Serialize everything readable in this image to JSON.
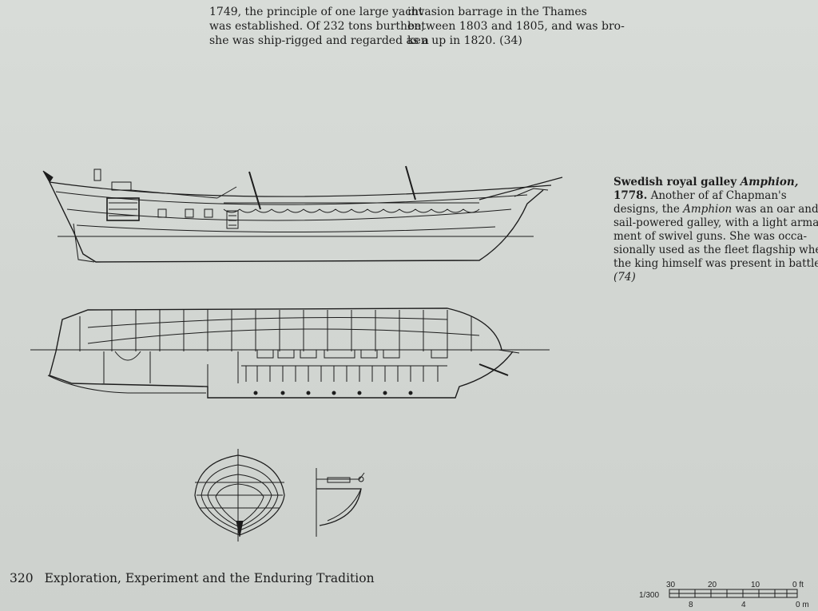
{
  "text_top_left": [
    "1749, the principle of one large yacht",
    "was established. Of 232 tons burthen,",
    "she was ship-rigged and regarded as a"
  ],
  "text_top_right": [
    "invasion barrage in the Thames",
    "between 1803 and 1805, and was bro-",
    "ken up in 1820. (34)"
  ],
  "caption": {
    "title_plain": "Swedish royal galley ",
    "title_italic": "Amphion,",
    "year": "1778.",
    "line1_rest": " Another of af Chapman's",
    "line2_a": "designs, the ",
    "line2_italic": "Amphion",
    "line2_b": " was an oar and",
    "lines": [
      "sail-powered galley, with a light arma-",
      "ment of swivel guns. She was occa-",
      "sionally used as the fleet flagship when",
      "the king himself was present in battle."
    ],
    "ref": "(74)"
  },
  "footer": {
    "page_number": "320",
    "title": "Exploration, Experiment and the Enduring Tradition"
  },
  "scale": {
    "ratio": "1/300",
    "ft_labels": [
      "30",
      "20",
      "10",
      "0 ft"
    ],
    "m_labels": [
      "8",
      "4",
      "0 m"
    ]
  }
}
